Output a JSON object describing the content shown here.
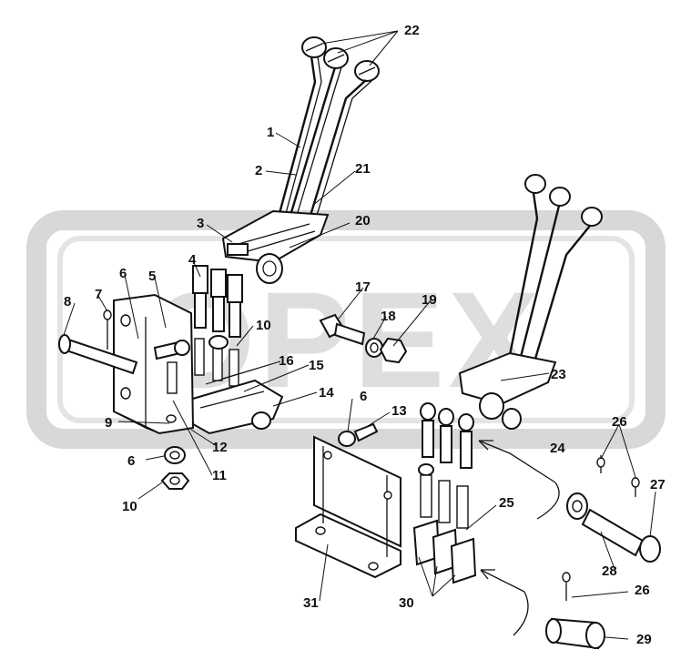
{
  "watermark": {
    "text": "OPEX"
  },
  "callouts": [
    {
      "id": "1",
      "label": "1"
    },
    {
      "id": "2",
      "label": "2"
    },
    {
      "id": "3",
      "label": "3"
    },
    {
      "id": "4",
      "label": "4"
    },
    {
      "id": "5",
      "label": "5"
    },
    {
      "id": "6a",
      "label": "6"
    },
    {
      "id": "6b",
      "label": "6"
    },
    {
      "id": "6c",
      "label": "6"
    },
    {
      "id": "7",
      "label": "7"
    },
    {
      "id": "8",
      "label": "8"
    },
    {
      "id": "9",
      "label": "9"
    },
    {
      "id": "10a",
      "label": "10"
    },
    {
      "id": "10b",
      "label": "10"
    },
    {
      "id": "11",
      "label": "11"
    },
    {
      "id": "12",
      "label": "12"
    },
    {
      "id": "13",
      "label": "13"
    },
    {
      "id": "14",
      "label": "14"
    },
    {
      "id": "15",
      "label": "15"
    },
    {
      "id": "16",
      "label": "16"
    },
    {
      "id": "17",
      "label": "17"
    },
    {
      "id": "18",
      "label": "18"
    },
    {
      "id": "19",
      "label": "19"
    },
    {
      "id": "20",
      "label": "20"
    },
    {
      "id": "21",
      "label": "21"
    },
    {
      "id": "22",
      "label": "22"
    },
    {
      "id": "23",
      "label": "23"
    },
    {
      "id": "24",
      "label": "24"
    },
    {
      "id": "25",
      "label": "25"
    },
    {
      "id": "26a",
      "label": "26"
    },
    {
      "id": "26b",
      "label": "26"
    },
    {
      "id": "27",
      "label": "27"
    },
    {
      "id": "28",
      "label": "28"
    },
    {
      "id": "29",
      "label": "29"
    },
    {
      "id": "30",
      "label": "30"
    },
    {
      "id": "31",
      "label": "31"
    }
  ]
}
